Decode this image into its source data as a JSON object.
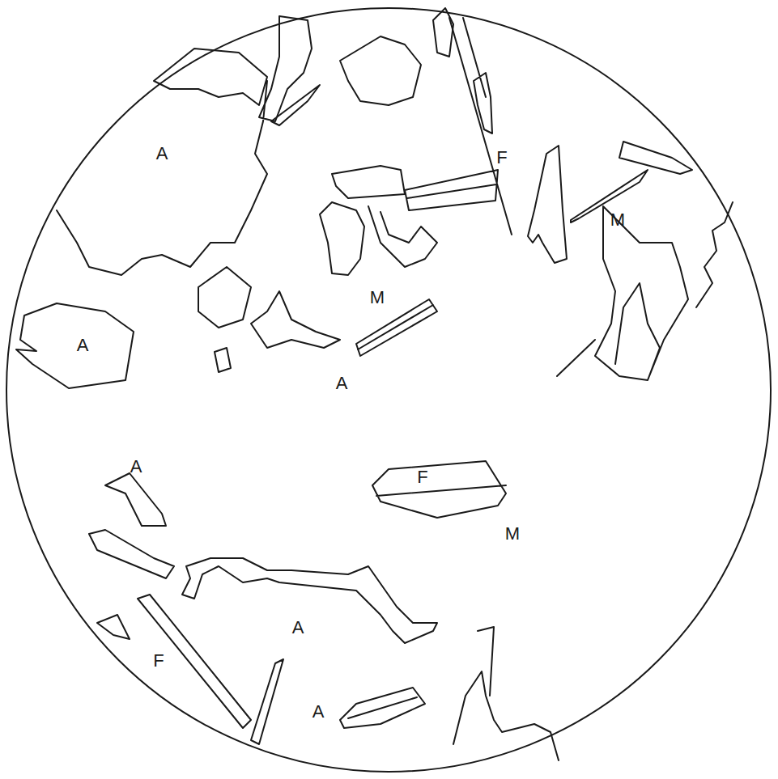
{
  "diagram": {
    "labels": [
      "A",
      "F",
      "M",
      "M",
      "A",
      "A",
      "A",
      "F",
      "M",
      "A",
      "F",
      "A"
    ]
  }
}
